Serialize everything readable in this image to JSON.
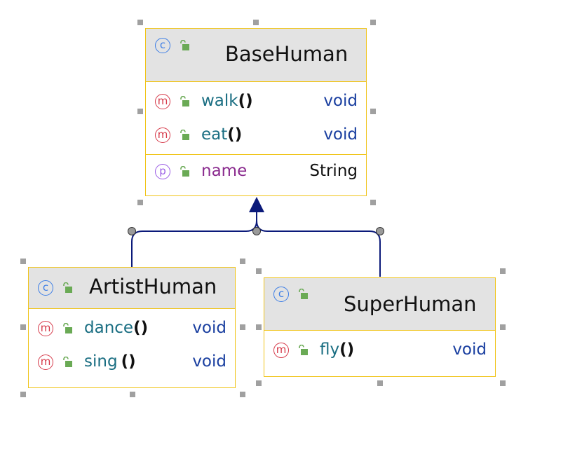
{
  "classes": {
    "base": {
      "name": "BaseHuman",
      "kind_icon": "class-icon",
      "members": [
        {
          "badge": "m",
          "name": "walk",
          "parens": "()",
          "type": "void"
        },
        {
          "badge": "m",
          "name": "eat",
          "parens": "()",
          "type": "void"
        }
      ],
      "fields": [
        {
          "badge": "p",
          "name": "name",
          "type": "String"
        }
      ]
    },
    "artist": {
      "name": "ArtistHuman",
      "kind_icon": "class-icon",
      "members": [
        {
          "badge": "m",
          "name": "dance",
          "parens": "()",
          "type": "void"
        },
        {
          "badge": "m",
          "name": "sing",
          "parens": "()",
          "type": "void"
        }
      ]
    },
    "super": {
      "name": "SuperHuman",
      "kind_icon": "class-icon",
      "members": [
        {
          "badge": "m",
          "name": "fly",
          "parens": "()",
          "type": "void"
        }
      ]
    }
  },
  "badges": {
    "c": "c",
    "m": "m",
    "p": "p"
  },
  "colors": {
    "border": "#f0c419",
    "header": "#e3e3e3",
    "edge": "#0b1a7a",
    "method_name": "#1a6e82",
    "type": "#1a3fa0"
  }
}
